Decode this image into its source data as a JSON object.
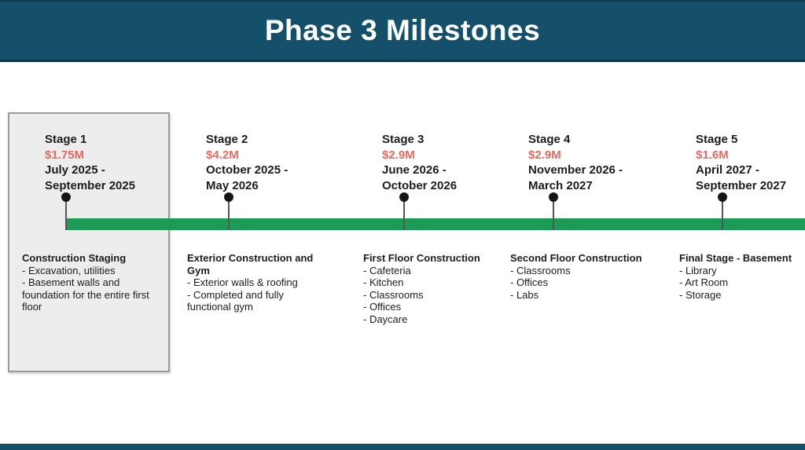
{
  "header": {
    "title": "Phase 3 Milestones"
  },
  "theme": {
    "header_bg": "#14506a",
    "timeline_green": "#1b9b56",
    "cost_red": "#e8695f",
    "highlight_box_bg": "#ededed",
    "highlight_box_border": "#9b9b9b",
    "text_color": "#1c1c1c"
  },
  "stages": [
    {
      "name": "Stage 1",
      "cost": "$1.75M",
      "dates_line1": "July 2025 -",
      "dates_line2": "September 2025",
      "desc_title": "Construction Staging",
      "items": [
        "- Excavation, utilities",
        "- Basement walls and foundation for the entire first floor"
      ],
      "highlighted": true
    },
    {
      "name": "Stage 2",
      "cost": "$4.2M",
      "dates_line1": "October 2025 -",
      "dates_line2": "May 2026",
      "desc_title": "Exterior Construction and Gym",
      "items": [
        "- Exterior walls & roofing",
        "- Completed and fully functional gym"
      ],
      "highlighted": false
    },
    {
      "name": "Stage 3",
      "cost": "$2.9M",
      "dates_line1": "June 2026 -",
      "dates_line2": "October 2026",
      "desc_title": "First Floor Construction",
      "items": [
        "- Cafeteria",
        "- Kitchen",
        "- Classrooms",
        "- Offices",
        "- Daycare"
      ],
      "highlighted": false
    },
    {
      "name": "Stage 4",
      "cost": "$2.9M",
      "dates_line1": "November 2026 -",
      "dates_line2": "March 2027",
      "desc_title": "Second Floor Construction",
      "items": [
        "- Classrooms",
        "- Offices",
        "- Labs"
      ],
      "highlighted": false
    },
    {
      "name": "Stage 5",
      "cost": "$1.6M",
      "dates_line1": "April 2027 -",
      "dates_line2": "September 2027",
      "desc_title": "Final Stage - Basement",
      "items": [
        "- Library",
        "- Art Room",
        "- Storage"
      ],
      "highlighted": false
    }
  ]
}
